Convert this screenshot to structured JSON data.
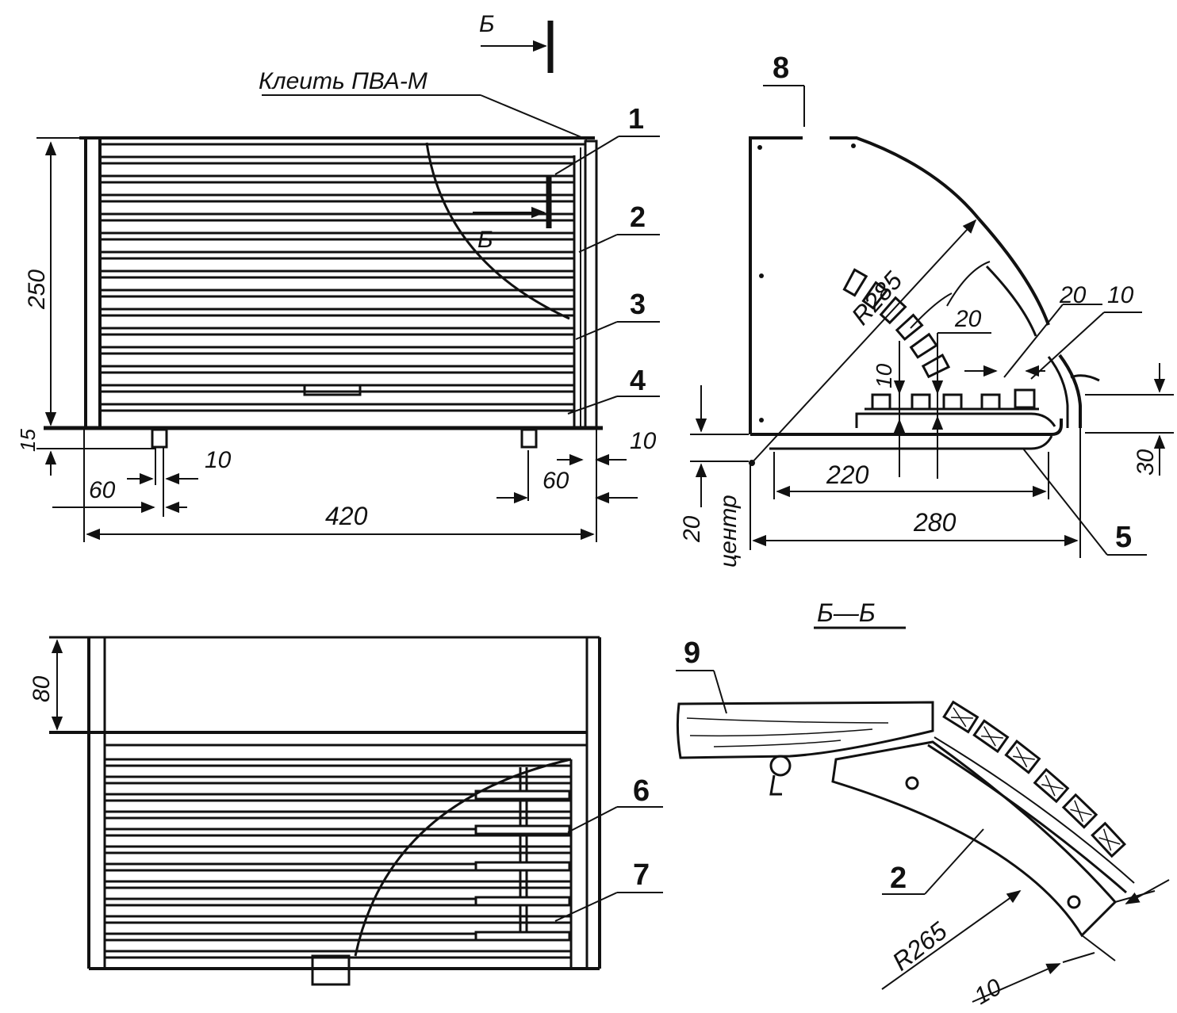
{
  "glue_note": "Клеить ПВА-М",
  "section_mark": "Б",
  "section_title": "Б—Б",
  "center_label": "центр",
  "part_numbers": [
    "1",
    "2",
    "3",
    "4",
    "5",
    "6",
    "7",
    "8",
    "9",
    "2"
  ],
  "front_view": {
    "dim_height": "250",
    "dim_leg": "15",
    "dim_width": "420",
    "dim_leg_left_offset": "60",
    "dim_leg_left_size": "10",
    "dim_leg_right_offset": "60",
    "dim_leg_right_size": "10"
  },
  "side_view": {
    "radius": "R285",
    "dim_depth": "280",
    "dim_inner": "220",
    "dim_center_height": "20",
    "dim_right_height": "30",
    "dim_slat_gap": "20",
    "dim_slat_thickness": "10",
    "dim_top_a": "20",
    "dim_top_b": "10"
  },
  "top_view": {
    "dim_depth": "80"
  },
  "section_view": {
    "radius": "R265",
    "dim_thickness": "10"
  },
  "colors": {
    "line": "#111111",
    "paper": "#ffffff"
  }
}
